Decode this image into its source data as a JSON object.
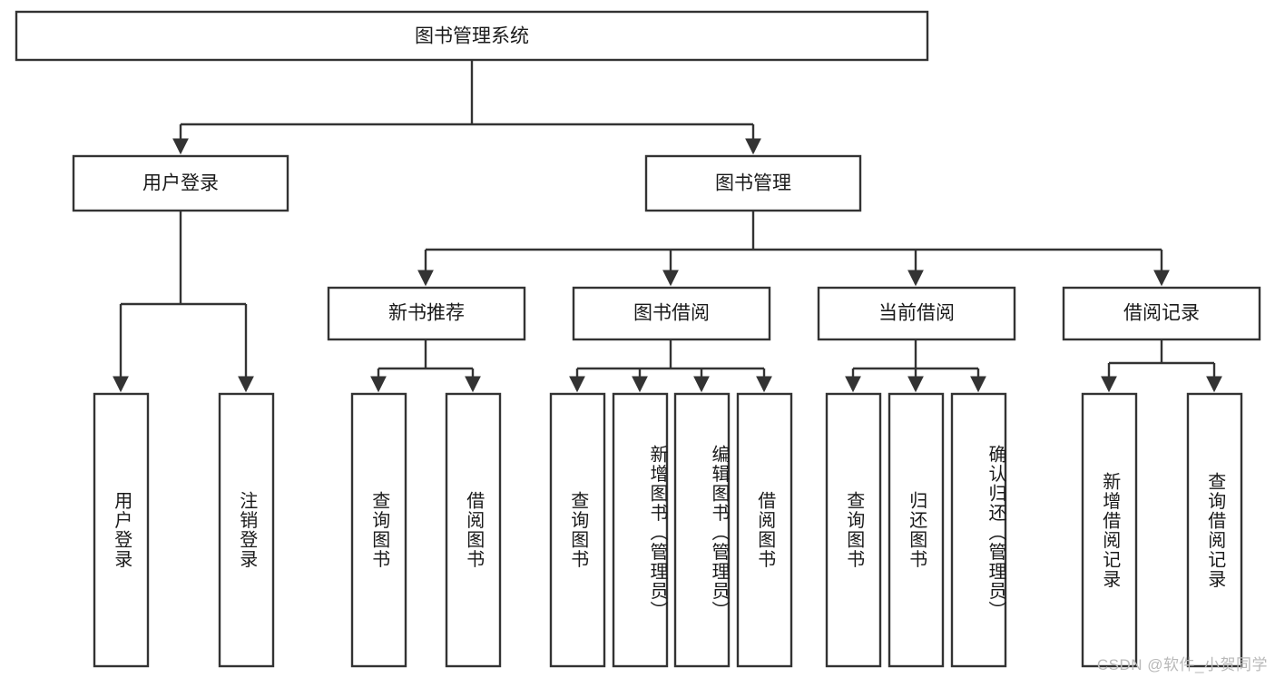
{
  "diagram": {
    "type": "hierarchy-tree",
    "title": "图书管理系统",
    "watermark": "CSDN @软件_小贺同学",
    "colors": {
      "box_fill": "#ffffff",
      "box_stroke": "#333333",
      "text": "#1a1a1a",
      "watermark": "#b9b9b9",
      "background": "#ffffff"
    },
    "levels": {
      "root": "图书管理系统",
      "level2": [
        "用户登录",
        "图书管理"
      ],
      "level3": [
        "新书推荐",
        "图书借阅",
        "当前借阅",
        "借阅记录"
      ]
    },
    "nodes": {
      "root": {
        "label": "图书管理系统",
        "orientation": "horizontal"
      },
      "user_login": {
        "label": "用户登录",
        "orientation": "horizontal"
      },
      "book_manage": {
        "label": "图书管理",
        "orientation": "horizontal"
      },
      "new_book_rec": {
        "label": "新书推荐",
        "orientation": "horizontal"
      },
      "book_borrow": {
        "label": "图书借阅",
        "orientation": "horizontal"
      },
      "current_borrow": {
        "label": "当前借阅",
        "orientation": "horizontal"
      },
      "borrow_record": {
        "label": "借阅记录",
        "orientation": "horizontal"
      }
    },
    "leaves": {
      "user_login": [
        {
          "label": "用户登录"
        },
        {
          "label": "注销登录"
        }
      ],
      "new_book_rec": [
        {
          "label": "查询图书"
        },
        {
          "label": "借阅图书"
        }
      ],
      "book_borrow": [
        {
          "label": "查询图书"
        },
        {
          "label": "新增图书（管理员）"
        },
        {
          "label": "编辑图书（管理员）"
        },
        {
          "label": "借阅图书"
        }
      ],
      "current_borrow": [
        {
          "label": "查询图书"
        },
        {
          "label": "归还图书"
        },
        {
          "label": "确认归还（管理员）"
        }
      ],
      "borrow_record": [
        {
          "label": "新增借阅记录"
        },
        {
          "label": "查询借阅记录"
        }
      ]
    }
  }
}
